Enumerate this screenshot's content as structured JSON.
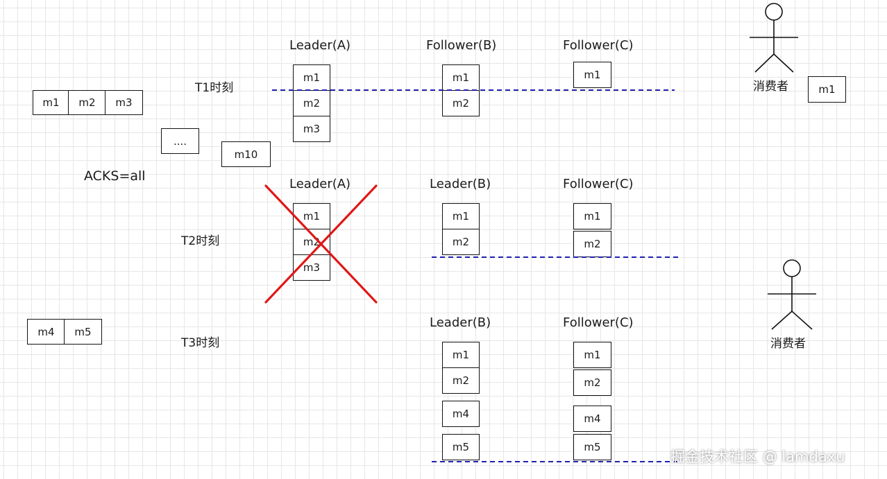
{
  "colors": {
    "dashed_line": "#1f1fb0",
    "cross": "#e01818",
    "box_border": "#111111"
  },
  "producer": {
    "batch1": [
      "m1",
      "m2",
      "m3"
    ],
    "ellipsis": "....",
    "m10": "m10",
    "acks": "ACKS=all",
    "batch2": [
      "m4",
      "m5"
    ]
  },
  "t1": {
    "time_label": "T1时刻",
    "leader": {
      "title": "Leader(A)",
      "messages": [
        "m1",
        "m2",
        "m3"
      ]
    },
    "follower_b": {
      "title": "Follower(B)",
      "messages": [
        "m1",
        "m2"
      ]
    },
    "follower_c": {
      "title": "Follower(C)",
      "messages": [
        "m1"
      ]
    },
    "consumer": {
      "label": "消费者",
      "message": "m1"
    }
  },
  "t2": {
    "time_label": "T2时刻",
    "leader_a": {
      "title": "Leader(A)",
      "messages": [
        "m1",
        "m2",
        "m3"
      ],
      "crossed_out": true
    },
    "leader_b": {
      "title": "Leader(B)",
      "messages": [
        "m1",
        "m2"
      ]
    },
    "follower_c": {
      "title": "Follower(C)",
      "messages": [
        "m1",
        "m2"
      ]
    },
    "consumer": {
      "label": "消费者"
    }
  },
  "t3": {
    "time_label": "T3时刻",
    "leader_b": {
      "title": "Leader(B)",
      "messages": [
        "m1",
        "m2",
        "m4",
        "m5"
      ]
    },
    "follower_c": {
      "title": "Follower(C)",
      "messages": [
        "m1",
        "m2",
        "m4",
        "m5"
      ]
    }
  },
  "watermark": "掘金技术社区 @ lamdaxu"
}
